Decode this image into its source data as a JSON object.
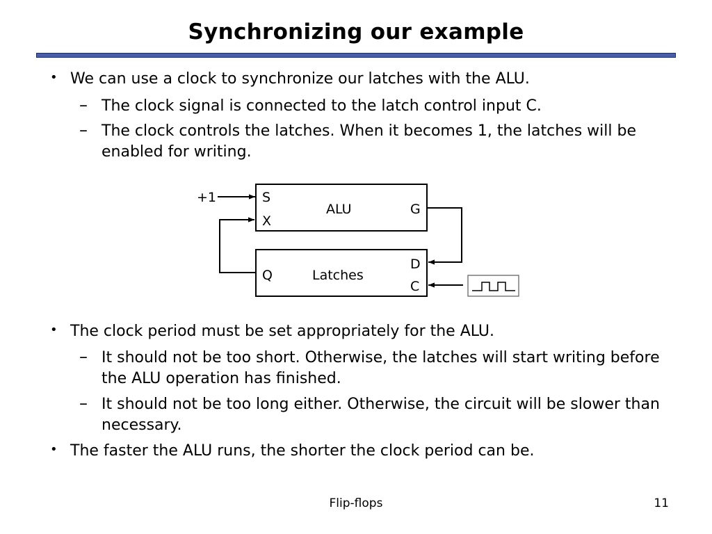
{
  "slide": {
    "title": "Synchronizing our example",
    "bullet_1": "We can use a clock to synchronize our latches with the ALU.",
    "sub_1": "The clock signal is connected to the latch control input C.",
    "sub_2": "The clock controls the latches. When it becomes 1, the latches will be enabled for writing.",
    "bullet_2": "The clock period must be set appropriately for the ALU.",
    "sub_3": "It should not be too short. Otherwise, the latches will start writing before the ALU operation has finished.",
    "sub_4": "It should not be too long either. Otherwise, the circuit will be slower than necessary.",
    "bullet_3": "The faster the ALU runs, the shorter the clock period can be.",
    "bullet_mark": "•",
    "dash_mark": "–"
  },
  "diagram": {
    "input_label": "+1",
    "alu": {
      "label": "ALU",
      "port_s": "S",
      "port_x": "X",
      "port_g": "G"
    },
    "latches": {
      "label": "Latches",
      "port_q": "Q",
      "port_d": "D",
      "port_c": "C"
    }
  },
  "footer": {
    "center": "Flip-flops",
    "page": "11"
  },
  "colors": {
    "title_rule": "#4a5ea8",
    "title_rule_border": "#1c2d6e"
  }
}
